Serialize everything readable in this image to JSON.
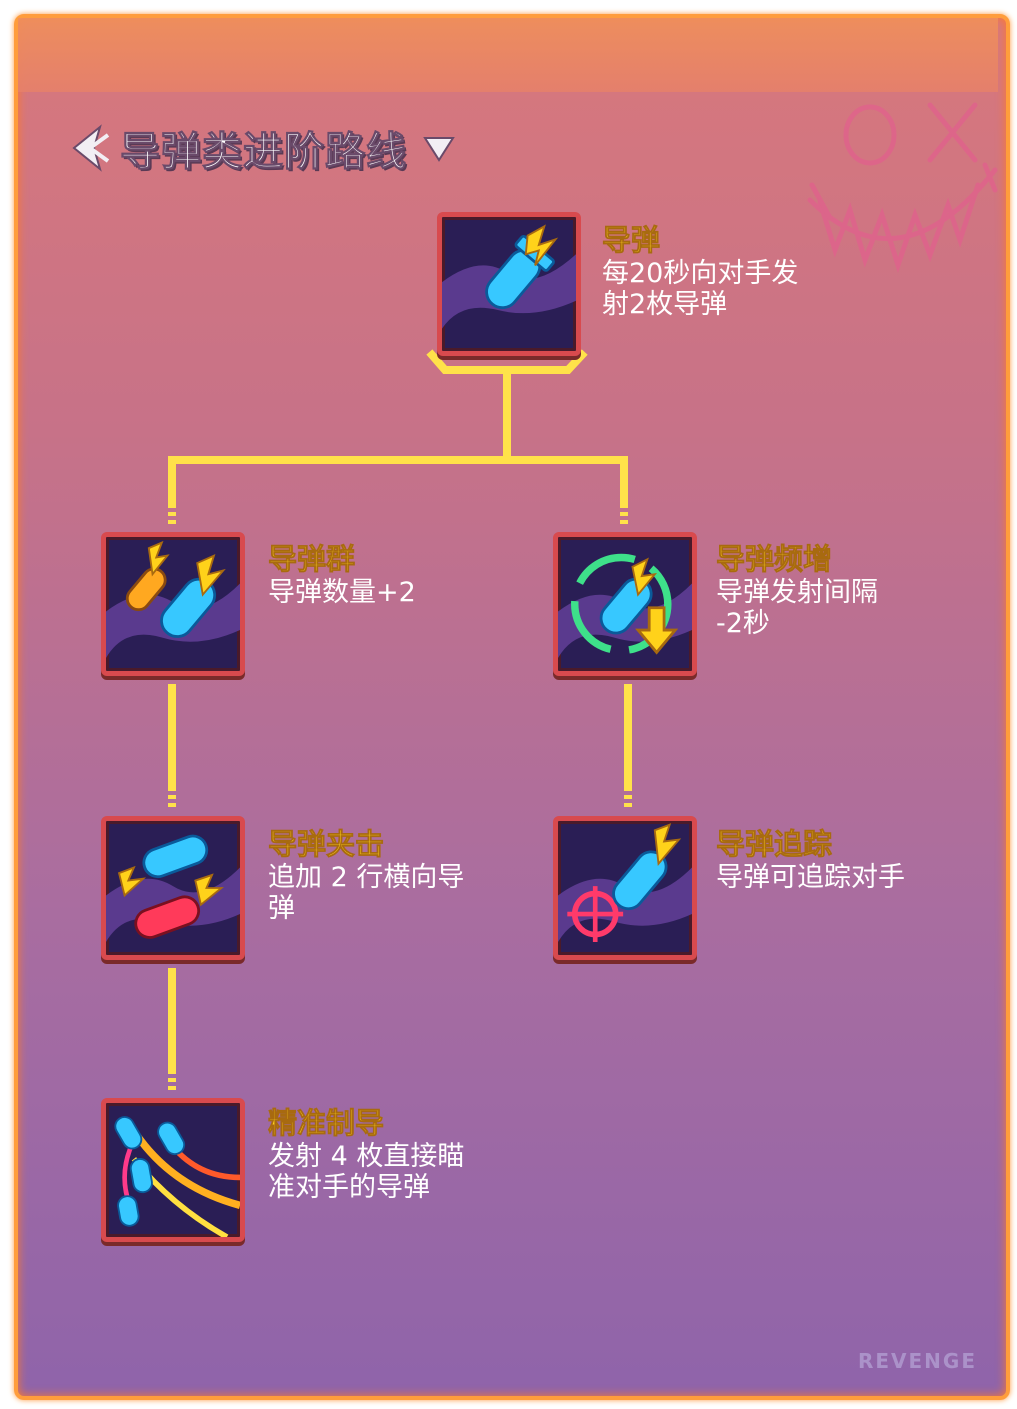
{
  "title": "导弹类进阶路线",
  "watermark": "REVENGE",
  "colors": {
    "accent_yellow": "#ffd21a",
    "frame_orange": "#ff9d3c",
    "node_border": "#d84a4e",
    "line": "#ffe24a"
  },
  "nodes": [
    {
      "id": "missile",
      "name": "导弹",
      "desc": [
        "每20秒向对手发",
        "射2枚导弹"
      ],
      "icon": "missile-icon"
    },
    {
      "id": "swarm",
      "name": "导弹群",
      "desc": [
        "导弹数量+2"
      ],
      "icon": "missile-swarm-icon"
    },
    {
      "id": "frequency",
      "name": "导弹频增",
      "desc": [
        "导弹发射间隔",
        "-2秒"
      ],
      "icon": "missile-cooldown-icon"
    },
    {
      "id": "pincer",
      "name": "导弹夹击",
      "desc": [
        "追加 2 行横向导",
        "弹"
      ],
      "icon": "missile-pincer-icon"
    },
    {
      "id": "tracking",
      "name": "导弹追踪",
      "desc": [
        "导弹可追踪对手"
      ],
      "icon": "missile-tracking-icon"
    },
    {
      "id": "precision",
      "name": "精准制导",
      "desc": [
        "发射 4 枚直接瞄",
        "准对手的导弹"
      ],
      "icon": "missile-precision-icon"
    }
  ]
}
